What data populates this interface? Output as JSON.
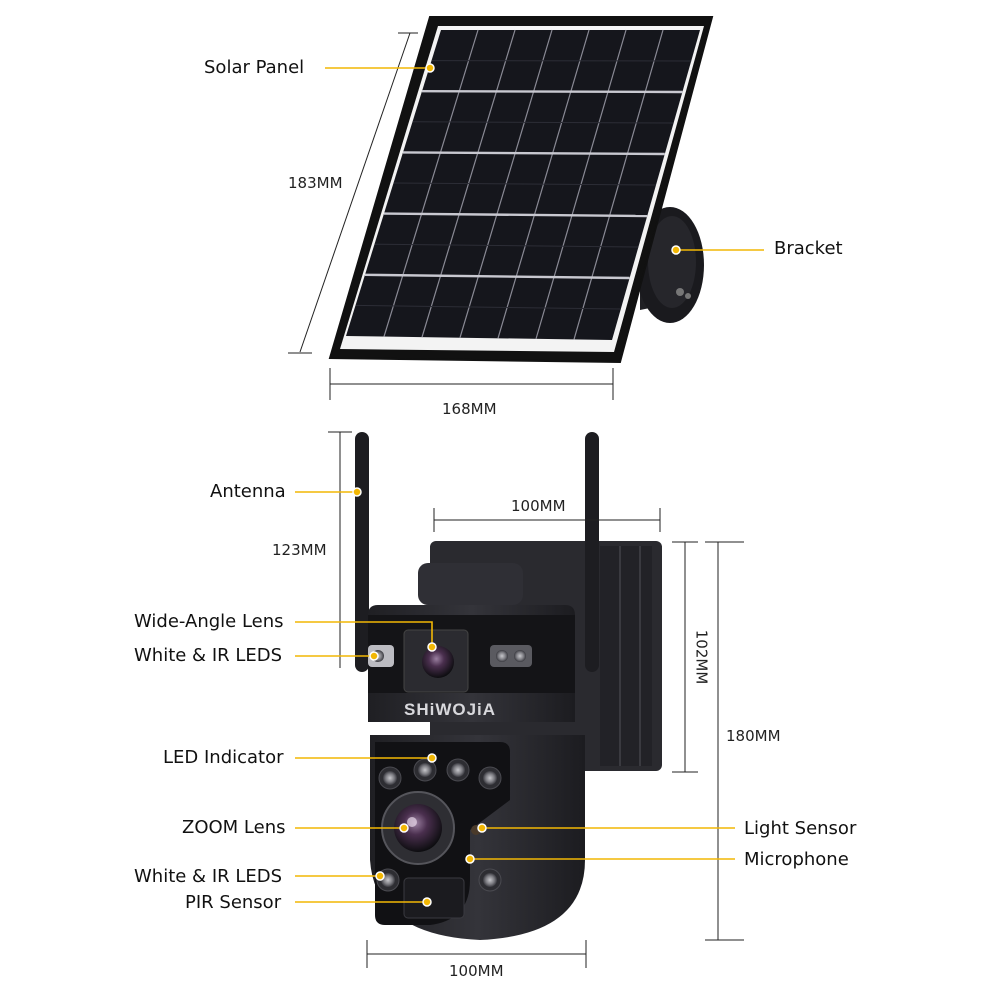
{
  "colors": {
    "leader_line": "#f2b705",
    "dimension_line": "#222222",
    "device_body": "#2a2a2e",
    "panel_cells": "#15161c",
    "panel_frame": "#f2f2f2",
    "lens_glass": "#5a3a5a"
  },
  "brand": {
    "logo_text": "SHiWOJiA"
  },
  "solar_panel_view": {
    "labels": {
      "solar_panel": "Solar Panel",
      "bracket": "Bracket"
    },
    "dimensions": {
      "height": "183MM",
      "width": "168MM"
    }
  },
  "camera_view": {
    "labels_left": {
      "antenna": "Antenna",
      "wide_angle_lens": "Wide-Angle Lens",
      "white_ir_leds_top": "White & IR LEDS",
      "led_indicator": "LED Indicator",
      "zoom_lens": "ZOOM Lens",
      "white_ir_leds_bottom": "White & IR LEDS",
      "pir_sensor": "PIR Sensor"
    },
    "labels_right": {
      "light_sensor": "Light Sensor",
      "microphone": "Microphone"
    },
    "dimensions": {
      "antenna_height": "123MM",
      "top_width": "100MM",
      "top_height": "102MM",
      "total_height": "180MM",
      "bottom_width": "100MM"
    }
  }
}
